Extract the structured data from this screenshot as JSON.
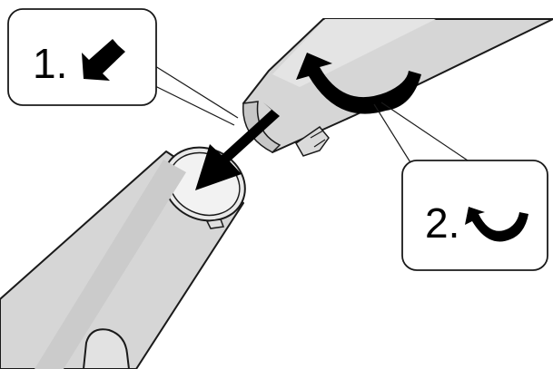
{
  "diagram": {
    "steps": [
      {
        "number": "1.",
        "icon": "arrow-down-left-icon",
        "action": "insert"
      },
      {
        "number": "2.",
        "icon": "curved-arrow-rotate-icon",
        "action": "rotate"
      }
    ],
    "colors": {
      "tube_fill": "#d6d6d6",
      "tube_fill_light": "#e4e4e4",
      "outline": "#1a1a1a",
      "arrow": "#000000",
      "background": "#ffffff"
    }
  }
}
